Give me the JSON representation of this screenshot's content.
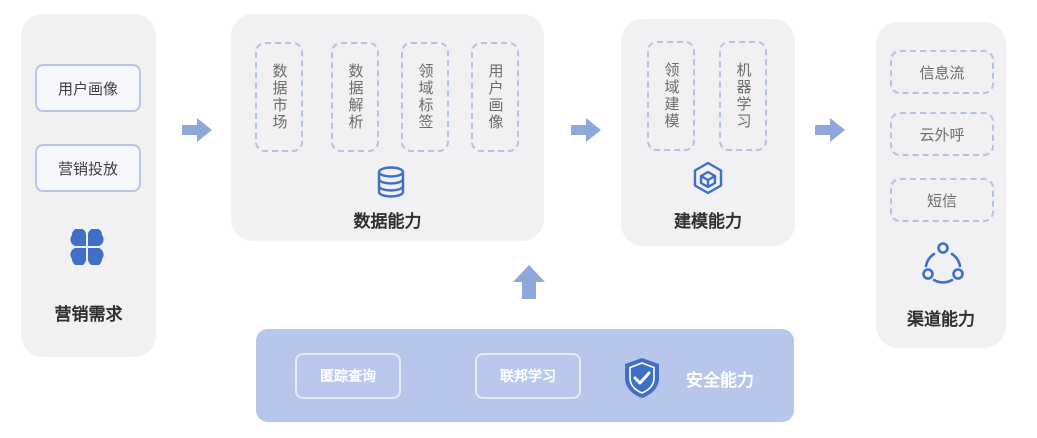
{
  "marketing": {
    "items": [
      "用户画像",
      "营销投放"
    ],
    "icon": "four-petal-icon",
    "title": "营销需求"
  },
  "data_capability": {
    "items": [
      "数据市场",
      "数据解析",
      "领域标签",
      "用户画像"
    ],
    "icon": "database-icon",
    "title": "数据能力"
  },
  "modeling_capability": {
    "items": [
      "领域建模",
      "机器学习"
    ],
    "icon": "cube-icon",
    "title": "建模能力"
  },
  "channel_capability": {
    "items": [
      "信息流",
      "云外呼",
      "短信"
    ],
    "icon": "share-cycle-icon",
    "title": "渠道能力"
  },
  "security_capability": {
    "items": [
      "匿踪查询",
      "联邦学习"
    ],
    "icon": "shield-check-icon",
    "title": "安全能力"
  },
  "colors": {
    "accent": "#3f6fc6",
    "arrow": "#8fa8dc",
    "panel": "#f1f1f3",
    "security_panel": "#b7c6ea"
  }
}
